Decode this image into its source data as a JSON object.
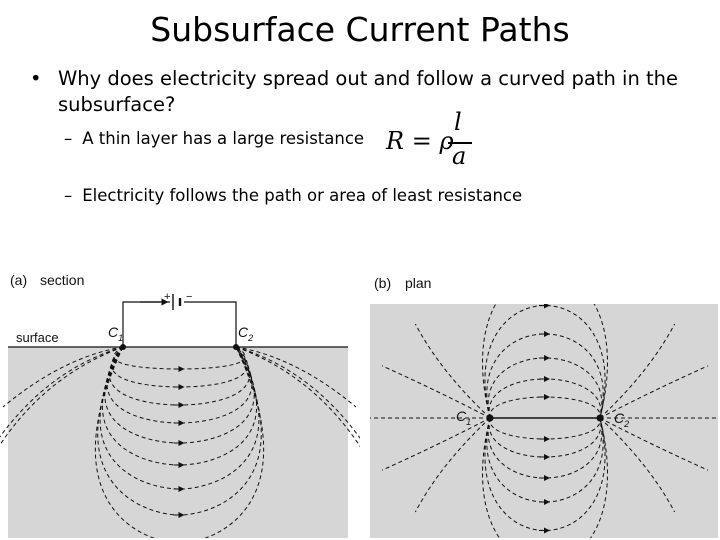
{
  "slide": {
    "title": "Subsurface Current Paths",
    "bullet_symbol": "•",
    "bullet_text": "Why does electricity spread out and follow a curved path in the subsurface?",
    "dash_symbol": "–",
    "sub_bullets": [
      "A thin layer has a large resistance",
      "Electricity follows the path or area of least resistance"
    ],
    "formula": {
      "lhs": "R = ρ",
      "numerator": "l",
      "denominator": "a"
    }
  },
  "figure_a": {
    "panel_label": "(a)",
    "view_label": "section",
    "surface_label": "surface",
    "electrode_1": "C",
    "electrode_1_sub": "1",
    "electrode_2": "C",
    "electrode_2_sub": "2",
    "battery_plus": "+",
    "battery_minus": "−"
  },
  "figure_b": {
    "panel_label": "(b)",
    "view_label": "plan",
    "electrode_1": "C",
    "electrode_1_sub": "1",
    "electrode_2": "C",
    "electrode_2_sub": "2"
  },
  "colors": {
    "ground": "#d6d6d6",
    "line": "#111111"
  }
}
